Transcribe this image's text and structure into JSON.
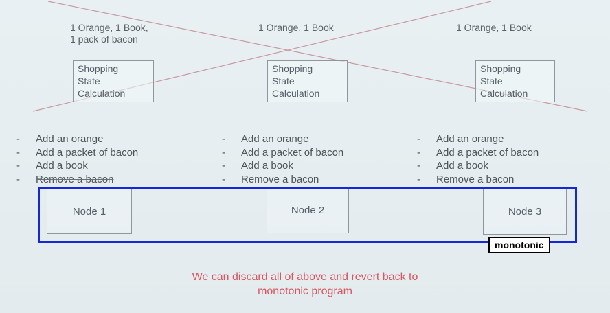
{
  "states": [
    {
      "summary_line1": "1 Orange, 1 Book,",
      "summary_line2": "1 pack of bacon",
      "box_lines": [
        "Shopping",
        "State",
        "Calculation"
      ]
    },
    {
      "summary_line1": "1 Orange, 1 Book",
      "summary_line2": "",
      "box_lines": [
        "Shopping",
        "State",
        "Calculation"
      ]
    },
    {
      "summary_line1": "1 Orange, 1 Book",
      "summary_line2": "",
      "box_lines": [
        "Shopping",
        "State",
        "Calculation"
      ]
    }
  ],
  "operations": [
    {
      "items": [
        {
          "dash": "-",
          "text": "Add an orange"
        },
        {
          "dash": "-",
          "text": "Add a packet of bacon"
        },
        {
          "dash": "-",
          "text": "Add a book"
        },
        {
          "dash": "-",
          "text": "Remove a bacon"
        }
      ]
    },
    {
      "items": [
        {
          "dash": "-",
          "text": "Add an orange"
        },
        {
          "dash": "-",
          "text": "Add a packet of bacon"
        },
        {
          "dash": "-",
          "text": "Add a book"
        },
        {
          "dash": "-",
          "text": "Remove a bacon"
        }
      ]
    },
    {
      "items": [
        {
          "dash": "-",
          "text": "Add an orange"
        },
        {
          "dash": "-",
          "text": "Add a packet of bacon"
        },
        {
          "dash": "-",
          "text": "Add a book"
        },
        {
          "dash": "-",
          "text": "Remove a bacon"
        }
      ]
    }
  ],
  "nodes": [
    "Node 1",
    "Node 2",
    "Node 3"
  ],
  "highlight_tag": "monotonic",
  "footnote": {
    "line1": "We can discard all of above and revert back to",
    "line2": "monotonic program"
  },
  "colors": {
    "highlight": "#1428d8",
    "footnote": "#d9545f",
    "cross": "#c79aa0"
  }
}
